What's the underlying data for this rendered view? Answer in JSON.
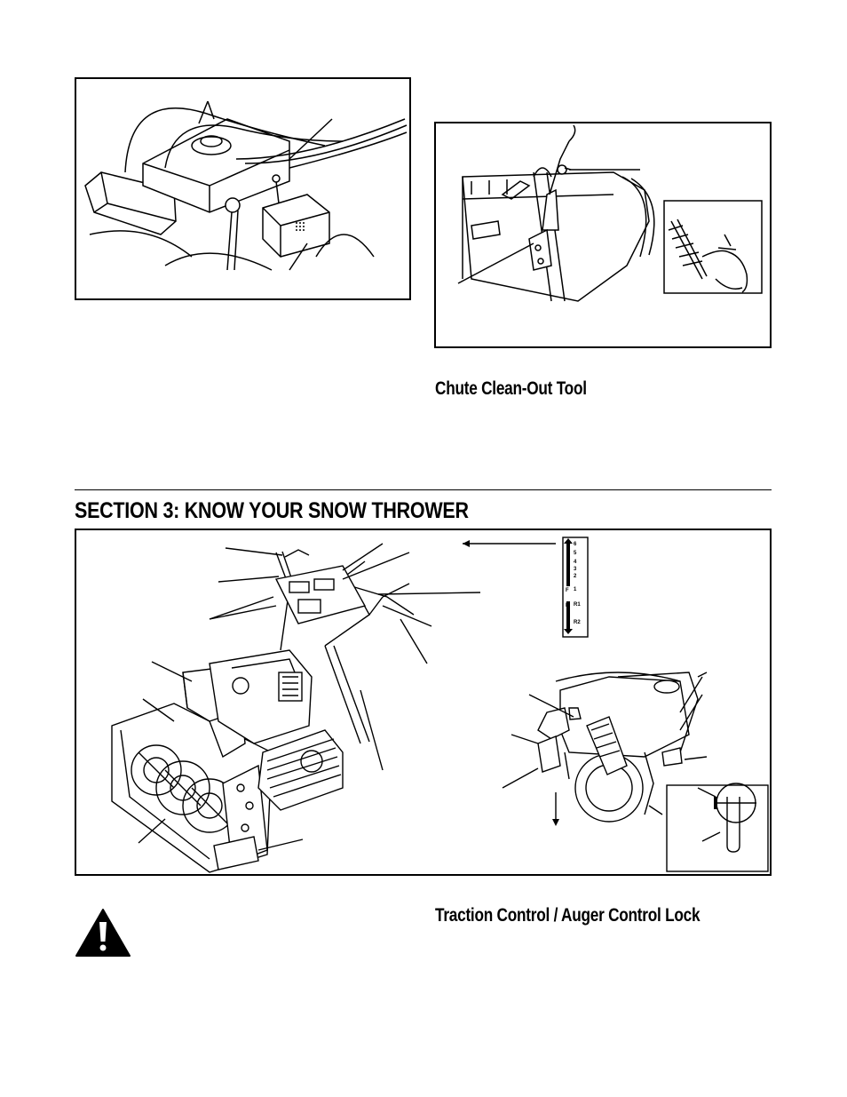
{
  "headings": {
    "chute_clean_out_tool": "Chute Clean-Out Tool",
    "section_3": "SECTION 3:  KNOW YOUR SNOW THROWER",
    "traction_control": "Traction Control / Auger Control Lock"
  },
  "speed_gauge": {
    "forward_letter": "F",
    "reverse_letter": "R",
    "labels": [
      "6",
      "5",
      "4",
      "3",
      "2",
      "1",
      "R1",
      "R2"
    ]
  },
  "icons": {
    "warning": "warning-triangle-icon"
  }
}
